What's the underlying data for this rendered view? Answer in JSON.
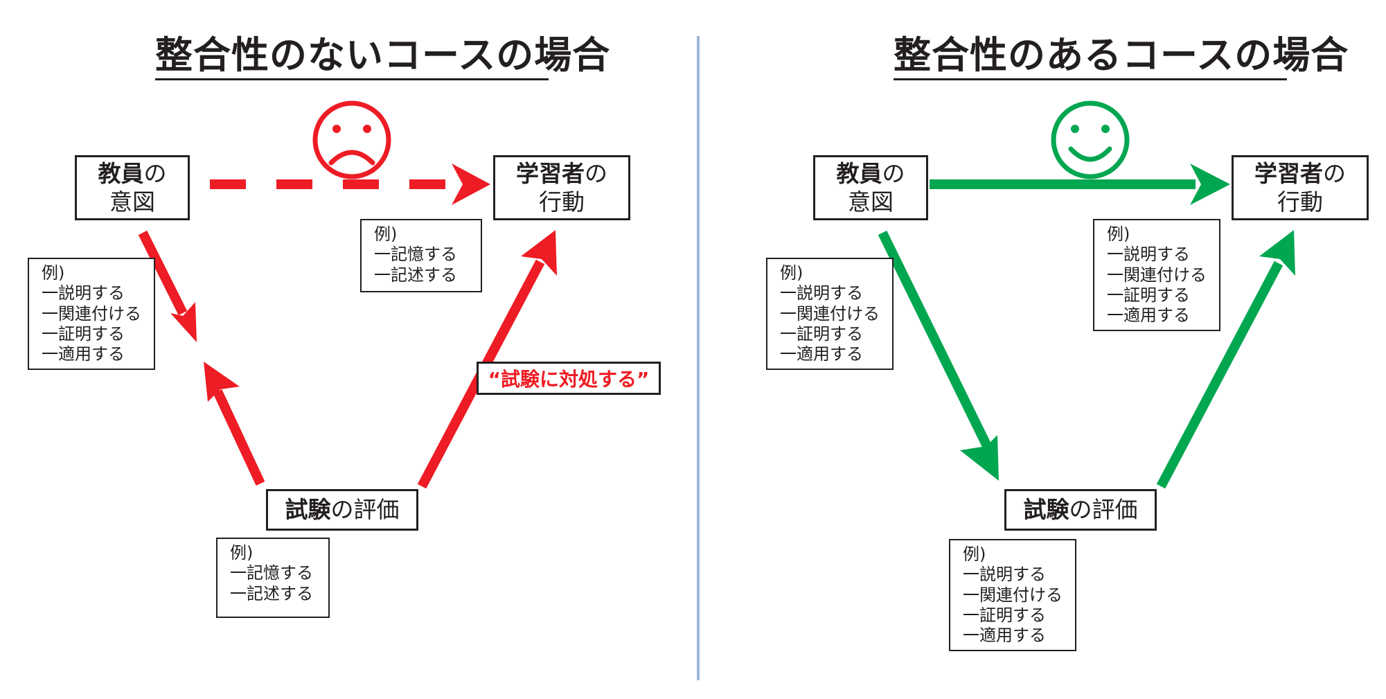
{
  "colors": {
    "bad": "#ee1c24",
    "good": "#00a650",
    "ink": "#231f20",
    "divider": "#9bb6d8"
  },
  "left": {
    "title": "整合性のないコースの場合",
    "face_icon": "sad-face-icon",
    "teacher": {
      "bold": "教員",
      "rest": "の",
      "line2": "意図"
    },
    "learner": {
      "bold": "学習者",
      "rest": "の",
      "line2": "行動"
    },
    "exam": {
      "bold": "試験",
      "rest": "の評価"
    },
    "callout": "“試験に対処する”",
    "examples": [
      {
        "items": [
          "例)",
          "一説明する",
          "一関連付ける",
          "一証明する",
          "一適用する"
        ]
      },
      {
        "items": [
          "例)",
          "一記憶する",
          "一記述する"
        ]
      },
      {
        "items": [
          "例)",
          "一記憶する",
          "一記述する"
        ]
      }
    ]
  },
  "right": {
    "title": "整合性のあるコースの場合",
    "face_icon": "happy-face-icon",
    "teacher": {
      "bold": "教員",
      "rest": "の",
      "line2": "意図"
    },
    "learner": {
      "bold": "学習者",
      "rest": "の",
      "line2": "行動"
    },
    "exam": {
      "bold": "試験",
      "rest": "の評価"
    },
    "examples": [
      {
        "items": [
          "例)",
          "一説明する",
          "一関連付ける",
          "一証明する",
          "一適用する"
        ]
      },
      {
        "items": [
          "例)",
          "一説明する",
          "一関連付ける",
          "一証明する",
          "一適用する"
        ]
      },
      {
        "items": [
          "例)",
          "一説明する",
          "一関連付ける",
          "一証明する",
          "一適用する"
        ]
      }
    ]
  }
}
